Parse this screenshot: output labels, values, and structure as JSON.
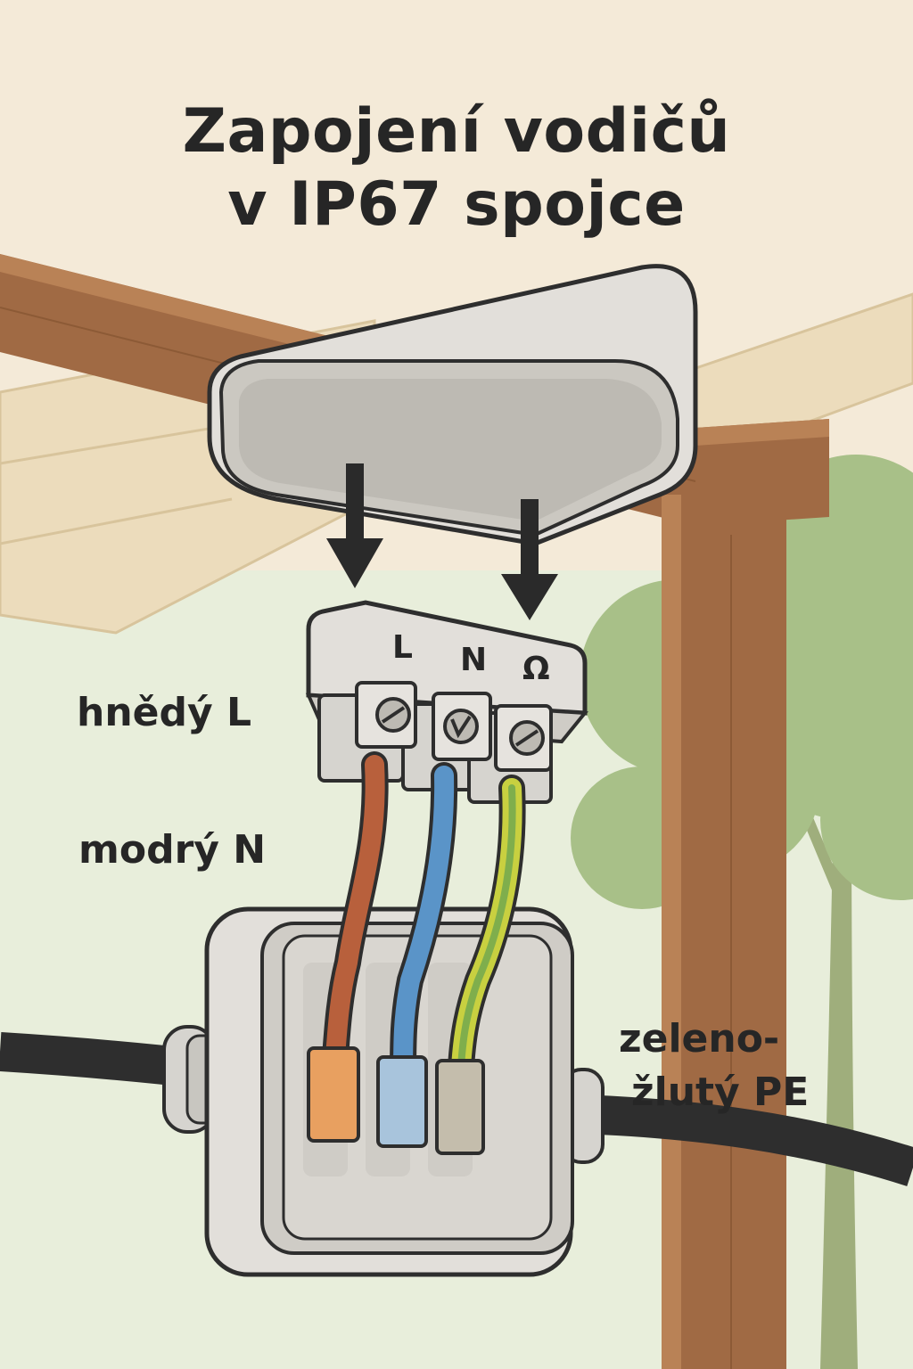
{
  "title": {
    "line1": "Zapojení vodičů",
    "line2": "v IP67 spojce"
  },
  "labels": {
    "brown": "hnědý L",
    "blue": "modrý N",
    "green_yellow_line1": "zeleno-",
    "green_yellow_line2": "žlutý PE"
  },
  "terminal_block": {
    "markings": [
      "L",
      "N",
      "Ω"
    ]
  },
  "colors": {
    "background": "#f4ead8",
    "wood": "#a06a44",
    "tree": "#a8c088",
    "housing": "#e2dfda",
    "wire_brown": "#b8603c",
    "wire_blue": "#5a94c8",
    "wire_green_yellow": "#c8d040",
    "cable": "#2e2e2e",
    "arrow": "#2a2a2a"
  }
}
